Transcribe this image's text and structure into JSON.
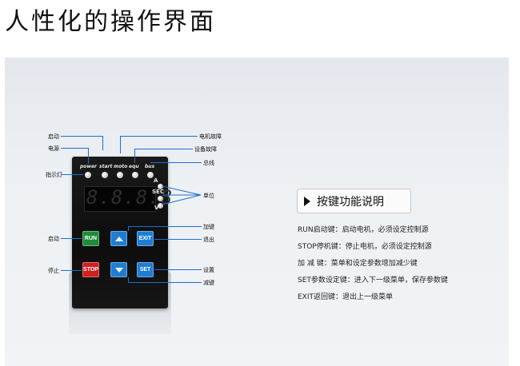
{
  "page": {
    "title": "人性化的操作界面"
  },
  "panel": {
    "led_labels": [
      "power",
      "start",
      "moto",
      "equ",
      "bus"
    ],
    "display_text": "8.8.8.8",
    "indicators": [
      "A",
      "SEC",
      "V"
    ],
    "keys": {
      "run": "RUN",
      "exit": "EXIT",
      "stop": "STOP",
      "set": "SET"
    }
  },
  "callouts": {
    "start": "启动",
    "power": "电源",
    "indicator_lights": "指示灯",
    "motor_fault": "电机故障",
    "equip_fault": "设备故障",
    "bus": "总线",
    "unit": "单位",
    "inc_key": "加键",
    "exit": "退出",
    "run_start": "启动",
    "stop": "停止",
    "set": "设置",
    "dec_key": "减键"
  },
  "description": {
    "title": "按键功能说明",
    "lines": [
      "RUN启动键：启动电机，必须设定控制源",
      "STOP停机键：停止电机，必须设定控制源",
      "加 减 键：菜单和设定参数增加减少键",
      "SET参数设定键：进入下一级菜单，保存参数键",
      "EXIT返回键：退出上一级菜单"
    ]
  },
  "colors": {
    "accent_line": "#1b6fd0",
    "run_key": "#1f8b3a",
    "stop_key": "#cf1f1f",
    "blue_key": "#1f7ed2"
  }
}
